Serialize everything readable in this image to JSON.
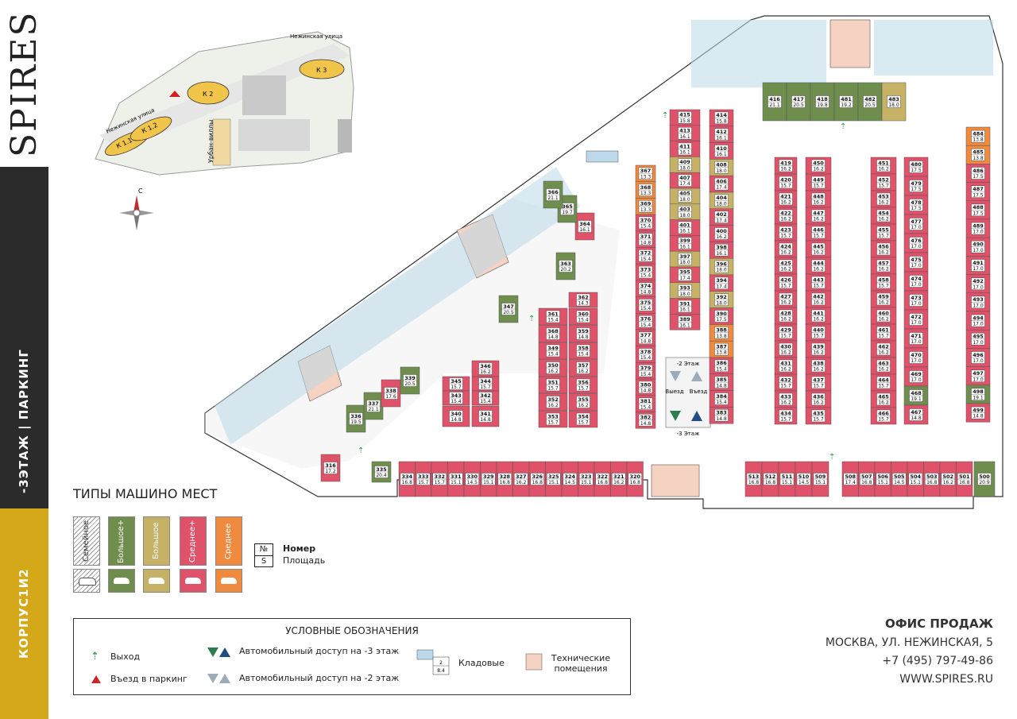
{
  "brand": "SPIRES",
  "sidebar": {
    "floor_label": "-3ЭТАЖ | ПАРКИНГ",
    "corpus_label": "КОРПУС1И2"
  },
  "colors": {
    "dark": "#2b2b2b",
    "gold": "#d5a81a",
    "red": "#e0526a",
    "olive": "#c6b267",
    "green": "#6f8e4e",
    "orange": "#ef8a3f",
    "storage": "#bcd8ea",
    "tech": "#f6d2c2"
  },
  "site_map": {
    "streets": [
      "Нежинская улица",
      "Нежинская улица"
    ],
    "buildings": [
      "К 1.1",
      "К 1.2",
      "К 2",
      "К 3"
    ],
    "villas_label": "Урбан-виллы",
    "compass": "С"
  },
  "floor_markers": {
    "upper": "-2 Этаж",
    "lower": "-3 Этаж",
    "exit": "Выезд",
    "entry": "Въезд"
  },
  "spot_types": {
    "title": "ТИПЫ МАШИНО МЕСТ",
    "items": [
      {
        "label": "Семейное",
        "color": "#ffffff"
      },
      {
        "label": "Большое+",
        "color": "#6f8e4e"
      },
      {
        "label": "Большое",
        "color": "#c6b267"
      },
      {
        "label": "Среднее+",
        "color": "#e0526a"
      },
      {
        "label": "Среднее",
        "color": "#ef8a3f"
      }
    ],
    "num_symbol": "№",
    "area_symbol": "S",
    "num_label": "Номер",
    "area_label": "Площадь"
  },
  "legend": {
    "title": "УСЛОВНЫЕ ОБОЗНАЧЕНИЯ",
    "exit": "Выход",
    "entry": "Въезд в паркинг",
    "access_3": "Автомобильный доступ на -3 этаж",
    "access_2": "Автомобильный доступ на -2 этаж",
    "storage": "Кладовые",
    "storage_num": "2",
    "storage_area": "8.4",
    "tech": "Технические помещения"
  },
  "office": {
    "title": "ОФИС ПРОДАЖ",
    "address": "МОСКВА, УЛ. НЕЖИНСКАЯ, 5",
    "phone": "+7 (495) 797-49-86",
    "site": "WWW.SPIRES.RU"
  },
  "parking_spots": {
    "bottom_row": [
      {
        "n": "334",
        "s": "16.8"
      },
      {
        "n": "333",
        "s": "15.7"
      },
      {
        "n": "332",
        "s": "15.7"
      },
      {
        "n": "331",
        "s": "15.1"
      },
      {
        "n": "330",
        "s": "14.5"
      },
      {
        "n": "329",
        "s": "15.1"
      },
      {
        "n": "328",
        "s": "16.8"
      },
      {
        "n": "327",
        "s": "16.2"
      },
      {
        "n": "326",
        "s": "16.8"
      },
      {
        "n": "325",
        "s": "15.1"
      },
      {
        "n": "324",
        "s": "14.5"
      },
      {
        "n": "323",
        "s": "15.1"
      },
      {
        "n": "322",
        "s": "16.8"
      },
      {
        "n": "321",
        "s": "16.2"
      },
      {
        "n": "320",
        "s": "16.8"
      }
    ],
    "bottom_right_row": [
      {
        "n": "513",
        "s": "16.8"
      },
      {
        "n": "512",
        "s": "16.8"
      },
      {
        "n": "511",
        "s": "15.1"
      },
      {
        "n": "510",
        "s": "14.5"
      },
      {
        "n": "509",
        "s": "15.1"
      }
    ],
    "bottom_far_row": [
      {
        "n": "508",
        "s": "17.4"
      },
      {
        "n": "507",
        "s": "16.8"
      },
      {
        "n": "506",
        "s": "15.1"
      },
      {
        "n": "505",
        "s": "14.5"
      },
      {
        "n": "504",
        "s": "15.1"
      },
      {
        "n": "503",
        "s": "16.8"
      },
      {
        "n": "502",
        "s": "16.2"
      },
      {
        "n": "501",
        "s": "16.8"
      }
    ],
    "corner": [
      {
        "n": "500",
        "s": "20.9"
      },
      {
        "n": "335",
        "s": "20.4"
      }
    ],
    "left_block_a": [
      {
        "n": "346",
        "s": "16.2"
      },
      {
        "n": "345",
        "s": "15.7"
      },
      {
        "n": "344",
        "s": "15.7"
      },
      {
        "n": "343",
        "s": "15.4"
      },
      {
        "n": "342",
        "s": "15.4"
      },
      {
        "n": "340",
        "s": "14.8"
      },
      {
        "n": "341",
        "s": "14.8"
      }
    ],
    "mid_block_b": [
      {
        "n": "361",
        "s": "15.4"
      },
      {
        "n": "360",
        "s": "15.4"
      },
      {
        "n": "368",
        "s": "14.8"
      },
      {
        "n": "359",
        "s": "14.8"
      },
      {
        "n": "349",
        "s": "15.4"
      },
      {
        "n": "358",
        "s": "15.4"
      },
      {
        "n": "350",
        "s": "16.2"
      },
      {
        "n": "357",
        "s": "16.2"
      },
      {
        "n": "351",
        "s": "15.7"
      },
      {
        "n": "356",
        "s": "15.7"
      },
      {
        "n": "352",
        "s": "16.2"
      },
      {
        "n": "355",
        "s": "16.2"
      },
      {
        "n": "353",
        "s": "15.7"
      },
      {
        "n": "354",
        "s": "15.7"
      },
      {
        "n": "362",
        "s": "14.3"
      }
    ],
    "col_367": [
      {
        "n": "367",
        "s": "13.3"
      },
      {
        "n": "368",
        "s": "13.3"
      },
      {
        "n": "369",
        "s": "13.3"
      },
      {
        "n": "370",
        "s": "15.4"
      },
      {
        "n": "371",
        "s": "14.8"
      },
      {
        "n": "372",
        "s": "15.4"
      },
      {
        "n": "373",
        "s": "15.4"
      },
      {
        "n": "374",
        "s": "14.8"
      },
      {
        "n": "375",
        "s": "15.4"
      },
      {
        "n": "376",
        "s": "15.4"
      },
      {
        "n": "377",
        "s": "14.8"
      },
      {
        "n": "378",
        "s": "15.4"
      },
      {
        "n": "379",
        "s": "15.4"
      },
      {
        "n": "380",
        "s": "14.8"
      },
      {
        "n": "381",
        "s": "15.4"
      },
      {
        "n": "382",
        "s": "14.8"
      }
    ],
    "col_415": [
      {
        "n": "415",
        "s": "15.8"
      },
      {
        "n": "413",
        "s": "16.1"
      },
      {
        "n": "411",
        "s": "16.1"
      },
      {
        "n": "409",
        "s": "18.0"
      },
      {
        "n": "407",
        "s": "17.4"
      },
      {
        "n": "405",
        "s": "18.0"
      },
      {
        "n": "403",
        "s": "18.0"
      },
      {
        "n": "401",
        "s": "16.1"
      },
      {
        "n": "399",
        "s": "16.1"
      },
      {
        "n": "397",
        "s": "18.0"
      },
      {
        "n": "395",
        "s": "17.4"
      },
      {
        "n": "393",
        "s": "18.0"
      },
      {
        "n": "391",
        "s": "16.1"
      },
      {
        "n": "389",
        "s": "16.1"
      }
    ],
    "col_414": [
      {
        "n": "414",
        "s": "15.8"
      },
      {
        "n": "412",
        "s": "16.1"
      },
      {
        "n": "410",
        "s": "16.1"
      },
      {
        "n": "408",
        "s": "18.0"
      },
      {
        "n": "406",
        "s": "17.4"
      },
      {
        "n": "404",
        "s": "18.0"
      },
      {
        "n": "402",
        "s": "17.4"
      },
      {
        "n": "400",
        "s": "16.2"
      },
      {
        "n": "398",
        "s": "16.1"
      },
      {
        "n": "396",
        "s": "18.0"
      },
      {
        "n": "394",
        "s": "17.4"
      },
      {
        "n": "392",
        "s": "18.0"
      },
      {
        "n": "390",
        "s": "17.5"
      },
      {
        "n": "388",
        "s": "13.8"
      },
      {
        "n": "387",
        "s": "13.8"
      },
      {
        "n": "386",
        "s": "15.4"
      },
      {
        "n": "385",
        "s": "14.8"
      },
      {
        "n": "384",
        "s": "15.4"
      },
      {
        "n": "383",
        "s": "14.8"
      }
    ],
    "col_419": [
      {
        "n": "419",
        "s": "16.2"
      },
      {
        "n": "420",
        "s": "15.7"
      },
      {
        "n": "421",
        "s": "16.2"
      },
      {
        "n": "422",
        "s": "16.2"
      },
      {
        "n": "423",
        "s": "15.7"
      },
      {
        "n": "424",
        "s": "16.2"
      },
      {
        "n": "425",
        "s": "16.2"
      },
      {
        "n": "426",
        "s": "15.7"
      },
      {
        "n": "427",
        "s": "16.2"
      },
      {
        "n": "428",
        "s": "16.2"
      },
      {
        "n": "429",
        "s": "15.7"
      },
      {
        "n": "430",
        "s": "16.2"
      },
      {
        "n": "431",
        "s": "16.2"
      },
      {
        "n": "432",
        "s": "15.7"
      },
      {
        "n": "433",
        "s": "16.2"
      },
      {
        "n": "434",
        "s": "15.7"
      }
    ],
    "col_450": [
      {
        "n": "450",
        "s": "16.2"
      },
      {
        "n": "449",
        "s": "15.7"
      },
      {
        "n": "448",
        "s": "16.2"
      },
      {
        "n": "447",
        "s": "16.2"
      },
      {
        "n": "446",
        "s": "15.7"
      },
      {
        "n": "445",
        "s": "16.2"
      },
      {
        "n": "444",
        "s": "16.2"
      },
      {
        "n": "443",
        "s": "15.7"
      },
      {
        "n": "442",
        "s": "16.2"
      },
      {
        "n": "441",
        "s": "16.2"
      },
      {
        "n": "440",
        "s": "15.7"
      },
      {
        "n": "439",
        "s": "16.2"
      },
      {
        "n": "438",
        "s": "16.2"
      },
      {
        "n": "437",
        "s": "15.7"
      },
      {
        "n": "436",
        "s": "16.2"
      },
      {
        "n": "435",
        "s": "15.7"
      }
    ],
    "col_451": [
      {
        "n": "451",
        "s": "16.2"
      },
      {
        "n": "452",
        "s": "15.7"
      },
      {
        "n": "453",
        "s": "16.2"
      },
      {
        "n": "454",
        "s": "16.2"
      },
      {
        "n": "455",
        "s": "15.7"
      },
      {
        "n": "456",
        "s": "16.2"
      },
      {
        "n": "457",
        "s": "16.2"
      },
      {
        "n": "458",
        "s": "15.7"
      },
      {
        "n": "459",
        "s": "16.2"
      },
      {
        "n": "460",
        "s": "16.2"
      },
      {
        "n": "461",
        "s": "15.7"
      },
      {
        "n": "462",
        "s": "16.2"
      },
      {
        "n": "463",
        "s": "16.2"
      },
      {
        "n": "464",
        "s": "15.7"
      },
      {
        "n": "465",
        "s": "16.2"
      },
      {
        "n": "466",
        "s": "15.7"
      }
    ],
    "col_480": [
      {
        "n": "480",
        "s": "17.5"
      },
      {
        "n": "479",
        "s": "17.5"
      },
      {
        "n": "478",
        "s": "17.5"
      },
      {
        "n": "477",
        "s": "17.0"
      },
      {
        "n": "476",
        "s": "17.0"
      },
      {
        "n": "475",
        "s": "17.0"
      },
      {
        "n": "474",
        "s": "17.0"
      },
      {
        "n": "473",
        "s": "17.0"
      },
      {
        "n": "472",
        "s": "17.0"
      },
      {
        "n": "471",
        "s": "17.0"
      },
      {
        "n": "470",
        "s": "17.0"
      },
      {
        "n": "469",
        "s": "17.0"
      },
      {
        "n": "468",
        "s": "19.1"
      },
      {
        "n": "467",
        "s": "14.8"
      }
    ],
    "col_484": [
      {
        "n": "484",
        "s": "13.8"
      },
      {
        "n": "485",
        "s": "13.8"
      },
      {
        "n": "486",
        "s": "17.5"
      },
      {
        "n": "487",
        "s": "17.5"
      },
      {
        "n": "488",
        "s": "17.5"
      },
      {
        "n": "489",
        "s": "17.0"
      },
      {
        "n": "490",
        "s": "17.0"
      },
      {
        "n": "491",
        "s": "17.0"
      },
      {
        "n": "492",
        "s": "17.0"
      },
      {
        "n": "493",
        "s": "17.0"
      },
      {
        "n": "494",
        "s": "17.0"
      },
      {
        "n": "495",
        "s": "17.0"
      },
      {
        "n": "496",
        "s": "17.0"
      },
      {
        "n": "497",
        "s": "17.0"
      },
      {
        "n": "498",
        "s": "19.1"
      },
      {
        "n": "499",
        "s": "14.8"
      }
    ],
    "top_row": [
      {
        "n": "416",
        "s": "21.1"
      },
      {
        "n": "417",
        "s": "20.5"
      },
      {
        "n": "418",
        "s": "19.8"
      },
      {
        "n": "481",
        "s": "19.2"
      },
      {
        "n": "482",
        "s": "20.5"
      },
      {
        "n": "483",
        "s": "18.0"
      }
    ],
    "diagonal_spots": [
      {
        "n": "336",
        "s": "19.5"
      },
      {
        "n": "337",
        "s": "21.1"
      },
      {
        "n": "338",
        "s": "17.6"
      },
      {
        "n": "339",
        "s": "20.5"
      },
      {
        "n": "347",
        "s": "20.5"
      },
      {
        "n": "363",
        "s": "20.2"
      },
      {
        "n": "364",
        "s": "16.1"
      },
      {
        "n": "365",
        "s": "19.7"
      },
      {
        "n": "366",
        "s": "21.1"
      },
      {
        "n": "316",
        "s": "17.2"
      }
    ]
  }
}
